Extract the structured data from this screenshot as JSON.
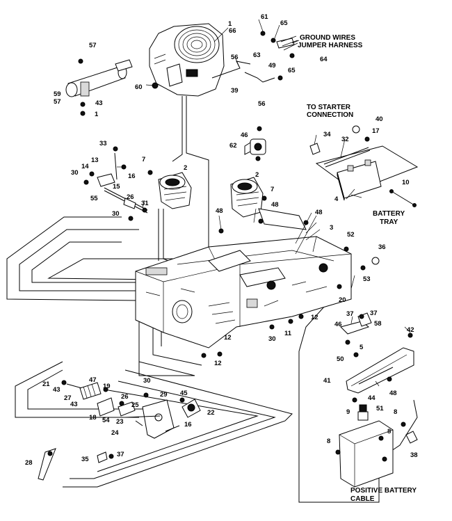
{
  "captions": {
    "ground_wires": "GROUND WIRES",
    "jumper_harness": "JUMPER HARNESS",
    "to_starter": "TO STARTER",
    "connection": "CONNECTION",
    "battery": "BATTERY",
    "tray": "TRAY",
    "positive_battery": "POSITIVE BATTERY",
    "cable": "CABLE"
  },
  "callouts": [
    "1",
    "66",
    "61",
    "65",
    "57",
    "63",
    "56",
    "49",
    "64",
    "65",
    "59",
    "57",
    "43",
    "1",
    "60",
    "39",
    "56",
    "46",
    "62",
    "40",
    "17",
    "34",
    "32",
    "33",
    "7",
    "2",
    "30",
    "14",
    "13",
    "16",
    "15",
    "26",
    "55",
    "31",
    "30",
    "2",
    "7",
    "10",
    "4",
    "48",
    "48",
    "48",
    "3",
    "52",
    "36",
    "53",
    "20",
    "37",
    "37",
    "46",
    "58",
    "42",
    "5",
    "50",
    "12",
    "12",
    "30",
    "11",
    "12",
    "41",
    "44",
    "48",
    "9",
    "51",
    "8",
    "8",
    "8",
    "38",
    "21",
    "47",
    "19",
    "30",
    "43",
    "27",
    "43",
    "26",
    "29",
    "45",
    "22",
    "18",
    "54",
    "25",
    "23",
    "16",
    "24",
    "28",
    "35",
    "37"
  ]
}
